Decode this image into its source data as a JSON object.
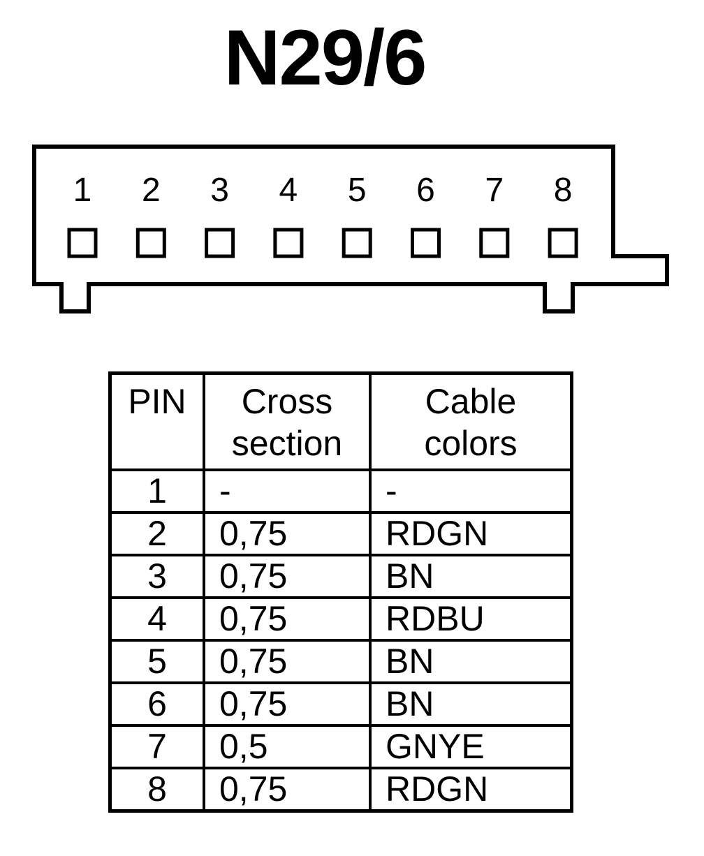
{
  "title": "N29/6",
  "connector": {
    "pins": [
      "1",
      "2",
      "3",
      "4",
      "5",
      "6",
      "7",
      "8"
    ]
  },
  "table": {
    "headers": {
      "pin": "PIN",
      "cross_line1": "Cross",
      "cross_line2": "section",
      "color_line1": "Cable",
      "color_line2": "colors"
    },
    "rows": [
      {
        "pin": "1",
        "cross": "-",
        "color": "-"
      },
      {
        "pin": "2",
        "cross": "0,75",
        "color": "RDGN"
      },
      {
        "pin": "3",
        "cross": "0,75",
        "color": "BN"
      },
      {
        "pin": "4",
        "cross": "0,75",
        "color": "RDBU"
      },
      {
        "pin": "5",
        "cross": "0,75",
        "color": "BN"
      },
      {
        "pin": "6",
        "cross": "0,75",
        "color": "BN"
      },
      {
        "pin": "7",
        "cross": "0,5",
        "color": "GNYE"
      },
      {
        "pin": "8",
        "cross": "0,75",
        "color": "RDGN"
      }
    ]
  }
}
